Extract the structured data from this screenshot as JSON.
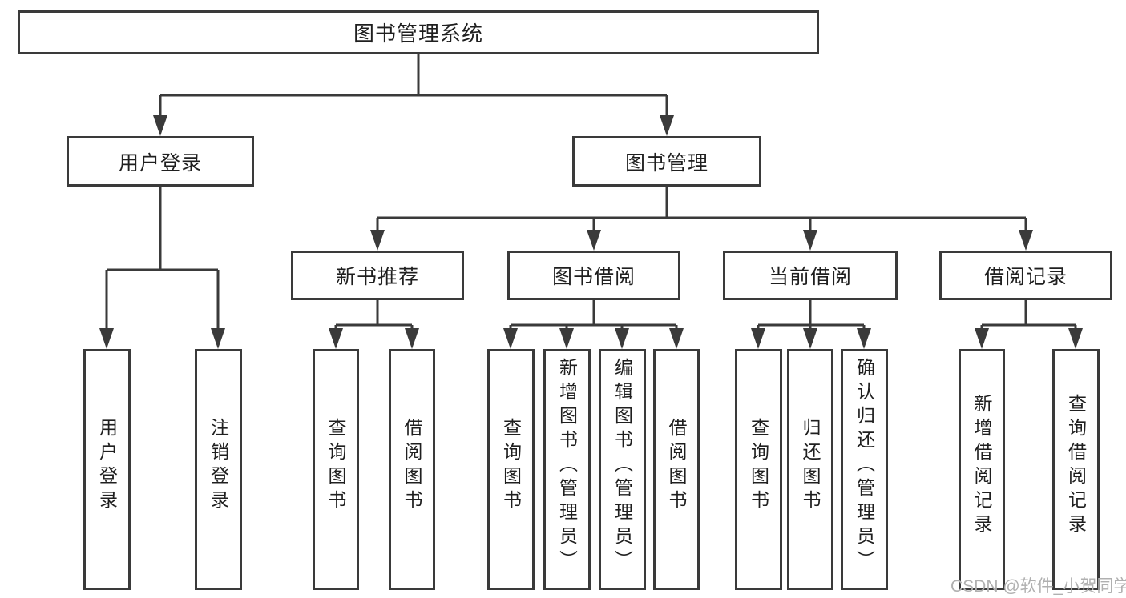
{
  "diagram": {
    "root": {
      "label": "图书管理系统",
      "children": [
        {
          "label": "用户登录",
          "children": [
            {
              "label": "用户登录"
            },
            {
              "label": "注销登录"
            }
          ]
        },
        {
          "label": "图书管理",
          "children": [
            {
              "label": "新书推荐",
              "children": [
                {
                  "label": "查询图书"
                },
                {
                  "label": "借阅图书"
                }
              ]
            },
            {
              "label": "图书借阅",
              "children": [
                {
                  "label": "查询图书"
                },
                {
                  "label": "新增图书（管理员）"
                },
                {
                  "label": "编辑图书（管理员）"
                },
                {
                  "label": "借阅图书"
                }
              ]
            },
            {
              "label": "当前借阅",
              "children": [
                {
                  "label": "查询图书"
                },
                {
                  "label": "归还图书"
                },
                {
                  "label": "确认归还（管理员）"
                }
              ]
            },
            {
              "label": "借阅记录",
              "children": [
                {
                  "label": "新增借阅记录"
                },
                {
                  "label": "查询借阅记录"
                }
              ]
            }
          ]
        }
      ]
    },
    "watermark": "CSDN @软件_小贺同学",
    "colors": {
      "line": "#3a3a3a",
      "box_border": "#3a3a3a",
      "text": "#1f1f1f",
      "watermark": "#b0b0b0",
      "background": "#ffffff"
    }
  }
}
